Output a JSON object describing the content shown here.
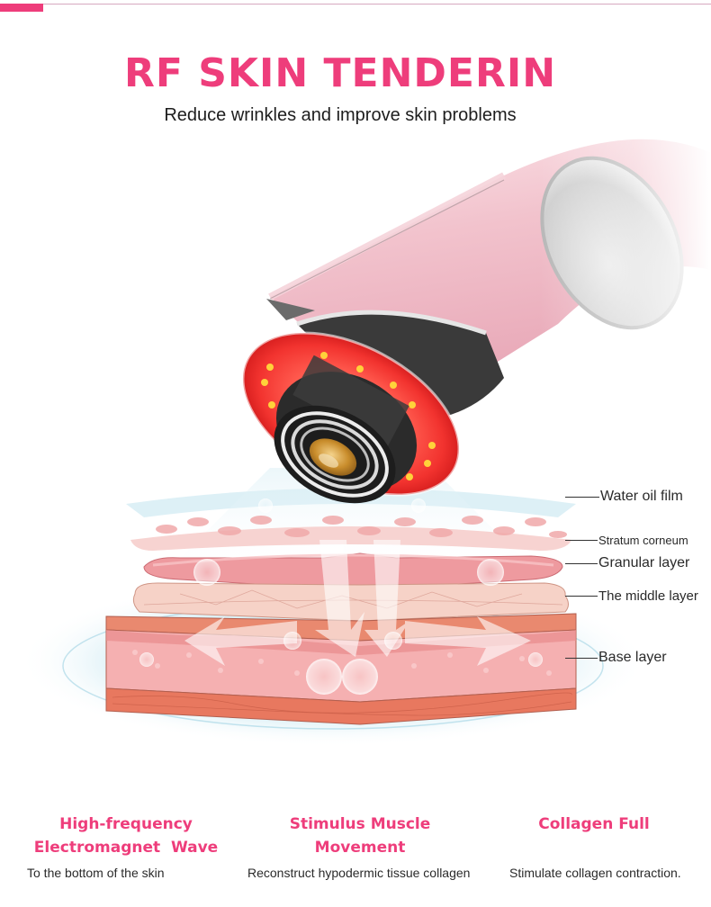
{
  "colors": {
    "accent": "#ee3d7b",
    "led_red": "#f2332f",
    "led_dot": "#ffd23a",
    "device_pink": "#f3c9d2",
    "skin_base": "#f4a6a8",
    "skin_muscle": "#e8785f",
    "water": "#bfe3ee"
  },
  "header": {
    "title": "RF SKIN TENDERIN",
    "subtitle": "Reduce wrinkles and improve skin problems"
  },
  "illustration": {
    "device_icon": "rf-beauty-device-icon",
    "skin_icon": "skin-layers-cross-section-icon",
    "layer_labels": [
      {
        "label": "Water oil film"
      },
      {
        "label": "Stratum corneum"
      },
      {
        "label": "Granular layer"
      },
      {
        "label": "The middle layer"
      },
      {
        "label": "Base layer"
      }
    ]
  },
  "features": [
    {
      "title_lines": [
        "High-frequency",
        "Electromagnet  Wave"
      ],
      "description": "To the bottom of the skin"
    },
    {
      "title_lines": [
        "Stimulus Muscle",
        "Movement"
      ],
      "description": "Reconstruct hypodermic tissue collagen"
    },
    {
      "title_lines": [
        "Collagen Full"
      ],
      "description": "Stimulate collagen contraction."
    }
  ]
}
